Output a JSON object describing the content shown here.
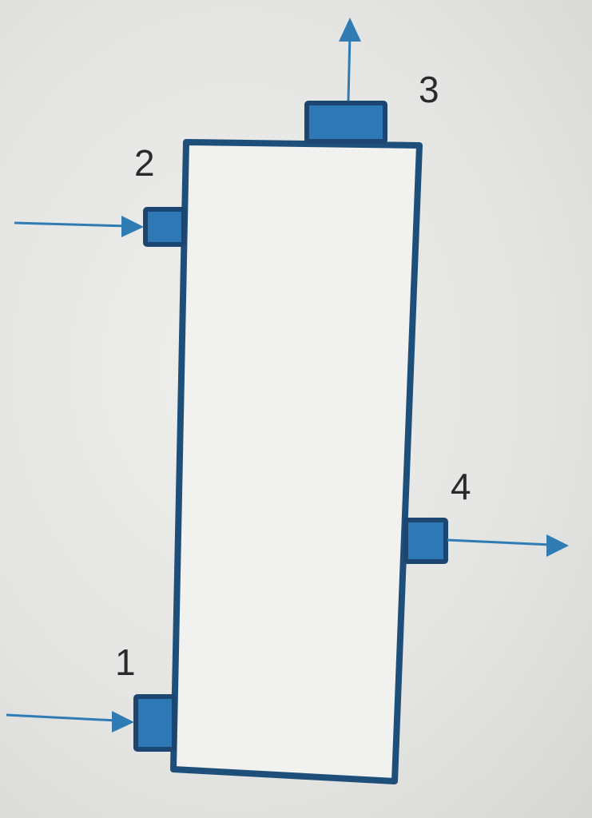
{
  "diagram": {
    "colors": {
      "outline": "#1e4e7a",
      "port_fill": "#2e78b6",
      "port_stroke": "#1c4670",
      "arrow": "#2f7cb5",
      "label": "#2a2a2a",
      "vessel_fill": "#f1f1ef"
    },
    "ports": [
      {
        "id": "1",
        "label": "1",
        "flow": "in"
      },
      {
        "id": "2",
        "label": "2",
        "flow": "in"
      },
      {
        "id": "3",
        "label": "3",
        "flow": "out"
      },
      {
        "id": "4",
        "label": "4",
        "flow": "out"
      }
    ]
  }
}
